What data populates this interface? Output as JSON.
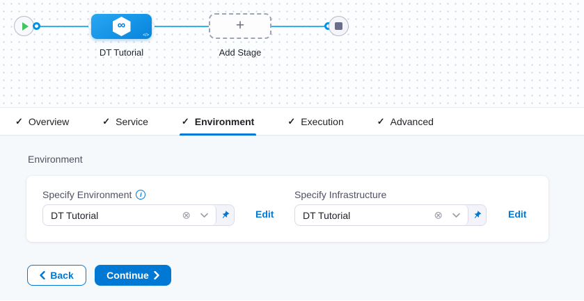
{
  "pipeline_canvas": {
    "stage_node": {
      "label": "DT Tutorial",
      "code_badge": "</>"
    },
    "add_stage": {
      "label": "Add Stage"
    }
  },
  "icons": {
    "check": "✓",
    "plus": "+",
    "infinity": "∞",
    "clear": "⊗",
    "info": "i"
  },
  "tabs": [
    {
      "label": "Overview",
      "checked": true,
      "active": false
    },
    {
      "label": "Service",
      "checked": true,
      "active": false
    },
    {
      "label": "Environment",
      "checked": true,
      "active": true
    },
    {
      "label": "Execution",
      "checked": true,
      "active": false
    },
    {
      "label": "Advanced",
      "checked": true,
      "active": false
    }
  ],
  "environment_section": {
    "heading": "Environment",
    "fields": [
      {
        "label": "Specify Environment",
        "has_info": true,
        "value": "DT Tutorial",
        "edit": "Edit"
      },
      {
        "label": "Specify Infrastructure",
        "has_info": false,
        "value": "DT Tutorial",
        "edit": "Edit"
      }
    ]
  },
  "footer": {
    "back": "Back",
    "continue": "Continue"
  },
  "colors": {
    "primary": "#0278d5",
    "edge": "#2db3f0",
    "node_blue": "#0092e4",
    "success_green": "#44c45c"
  }
}
